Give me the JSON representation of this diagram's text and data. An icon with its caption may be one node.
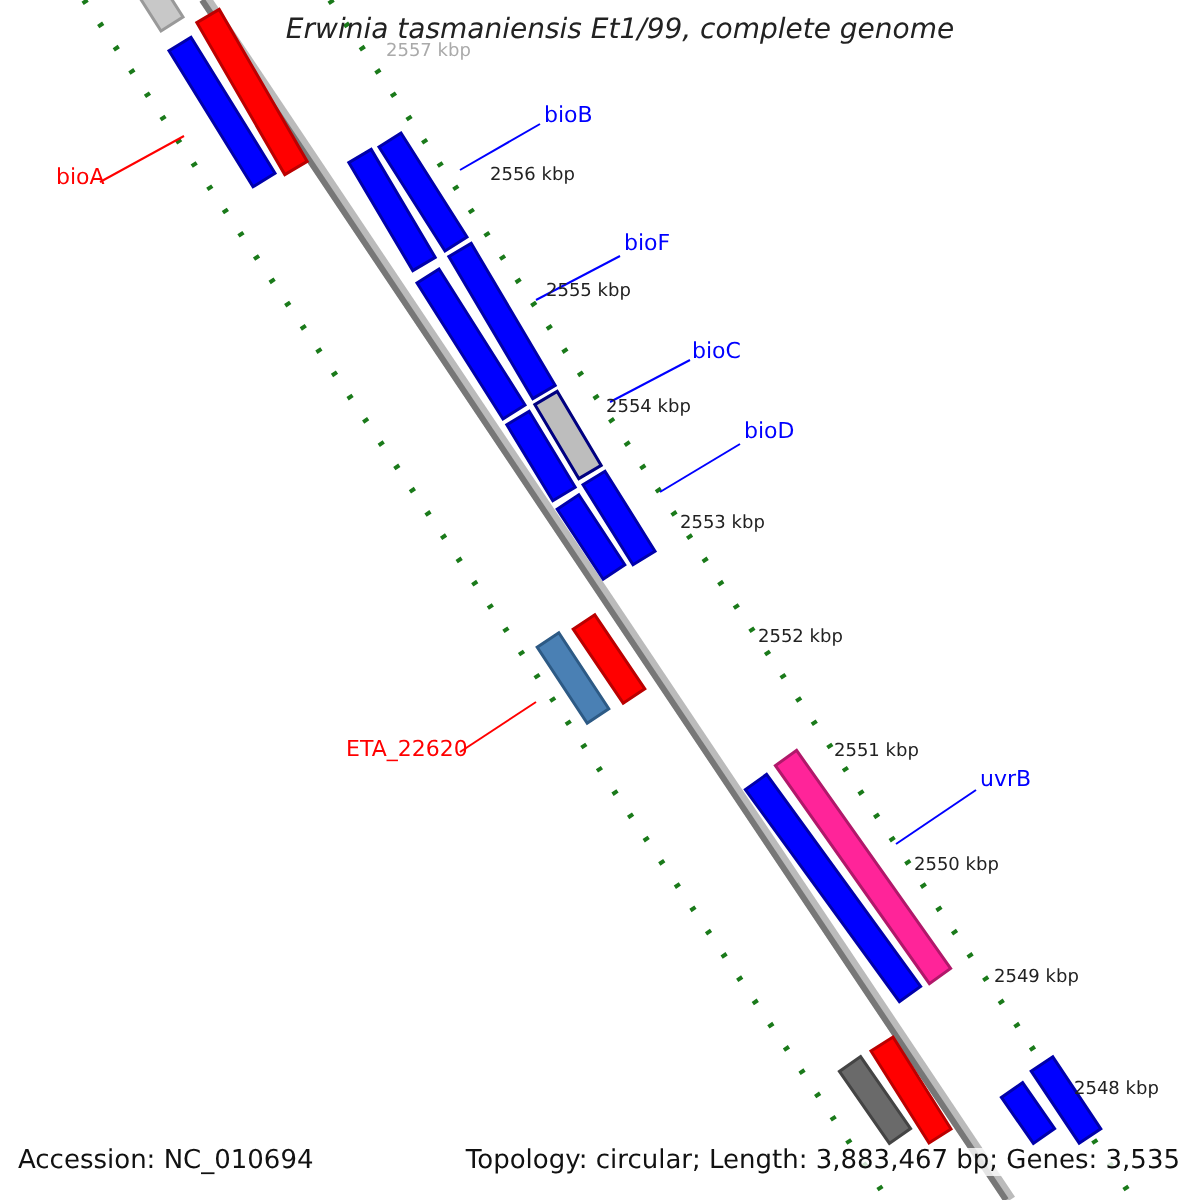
{
  "diagram": {
    "title": "Erwinia tasmaniensis Et1/99, complete genome",
    "nodes": [
      {
        "text": [],
        "shape": "bar"
      },
      {
        "text": [],
        "shape": "bar"
      },
      {
        "text": [],
        "shape": "bar"
      },
      {
        "text": [
          "bioB"
        ]
      },
      {
        "text": [],
        "shape": "bar"
      },
      {
        "text": [],
        "shape": "bar"
      },
      {
        "text": [
          "bioA"
        ]
      },
      {
        "text": [
          "bioF"
        ]
      },
      {
        "text": [],
        "shape": "bar"
      },
      {
        "text": [],
        "shape": "bar"
      },
      {
        "text": [
          "bioC"
        ]
      },
      {
        "text": [],
        "shape": "bar"
      },
      {
        "text": [],
        "shape": "bar"
      },
      {
        "text": [
          "bioD"
        ]
      },
      {
        "text": [],
        "shape": "bar"
      },
      {
        "text": [],
        "shape": "bar"
      },
      {
        "text": [],
        "shape": "bar"
      },
      {
        "text": [],
        "shape": "bar"
      },
      {
        "text": [
          "ETA_22620"
        ]
      },
      {
        "text": [],
        "shape": "bar"
      },
      {
        "text": [],
        "shape": "bar"
      },
      {
        "text": [
          "uvrB"
        ]
      },
      {
        "text": [],
        "shape": "bar"
      },
      {
        "text": [],
        "shape": "bar"
      },
      {
        "text": [],
        "shape": "bar"
      },
      {
        "text": [],
        "shape": "bar"
      }
    ],
    "edges": [
      {
        "from": 6,
        "to": 2,
        "arrow": "none",
        "color": "#ff0000"
      },
      {
        "from": 3,
        "to": 4,
        "arrow": "none"
      },
      {
        "from": 7,
        "to": 8,
        "arrow": "none"
      },
      {
        "from": 10,
        "to": 11,
        "arrow": "none"
      },
      {
        "from": 13,
        "to": 14,
        "arrow": "none"
      },
      {
        "from": 18,
        "to": 17,
        "arrow": "none",
        "color": "#ff0000"
      },
      {
        "from": 21,
        "to": 19,
        "arrow": "none"
      }
    ],
    "labels": [
      "2557 kbp",
      "2556 kbp",
      "2555 kbp",
      "2554 kbp",
      "2553 kbp",
      "2552 kbp",
      "2551 kbp",
      "2550 kbp",
      "2549 kbp",
      "2548 kbp",
      "Accession: NC_010694",
      "Topology: circular; Length: 3,883,467 bp; Genes: 3,535"
    ]
  }
}
